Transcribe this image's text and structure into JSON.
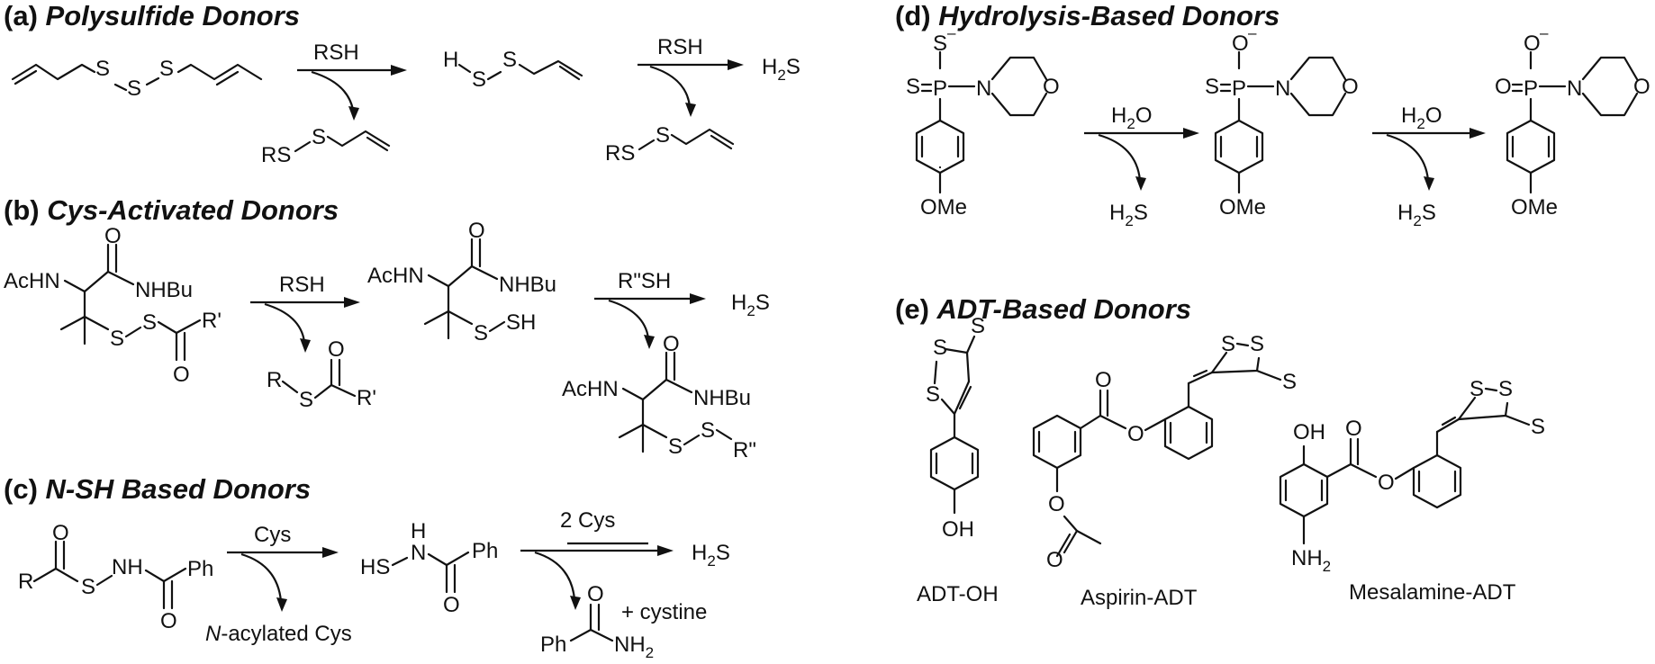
{
  "sections": {
    "a": {
      "tag": "(a)",
      "name": "Polysulfide Donors"
    },
    "b": {
      "tag": "(b)",
      "name": "Cys-Activated Donors"
    },
    "c": {
      "tag": "(c)",
      "name": "N-SH Based Donors"
    },
    "d": {
      "tag": "(d)",
      "name": "Hydrolysis-Based Donors"
    },
    "e": {
      "tag": "(e)",
      "name": "ADT-Based Donors"
    }
  },
  "reagents": {
    "rsh": "RSH",
    "r2sh": "R\"SH",
    "cys": "Cys",
    "two_cys": "2 Cys",
    "water": "H",
    "water_sub": "2",
    "water_o": "O"
  },
  "products": {
    "h2s_h": "H",
    "h2s_sub": "2",
    "h2s_s": "S",
    "n_acyl_n": "N",
    "n_acyl_rest": "-acylated Cys",
    "cystine": "+ cystine"
  },
  "atoms": {
    "S": "S",
    "H": "H",
    "O": "O",
    "N": "N",
    "P": "P",
    "RS": "RS",
    "R": "R",
    "R1": "R'",
    "R2": "R\"",
    "AcHN": "AcHN",
    "NHBu": "NHBu",
    "SH": "SH",
    "HS": "HS",
    "Ph": "Ph",
    "OMe": "OMe",
    "OH": "OH",
    "NH": "NH",
    "NH2_sub": "2",
    "minus": "–"
  },
  "compound_labels": {
    "adt_oh": "ADT-OH",
    "aspirin_adt": "Aspirin-ADT",
    "mesalamine_adt": "Mesalamine-ADT"
  }
}
